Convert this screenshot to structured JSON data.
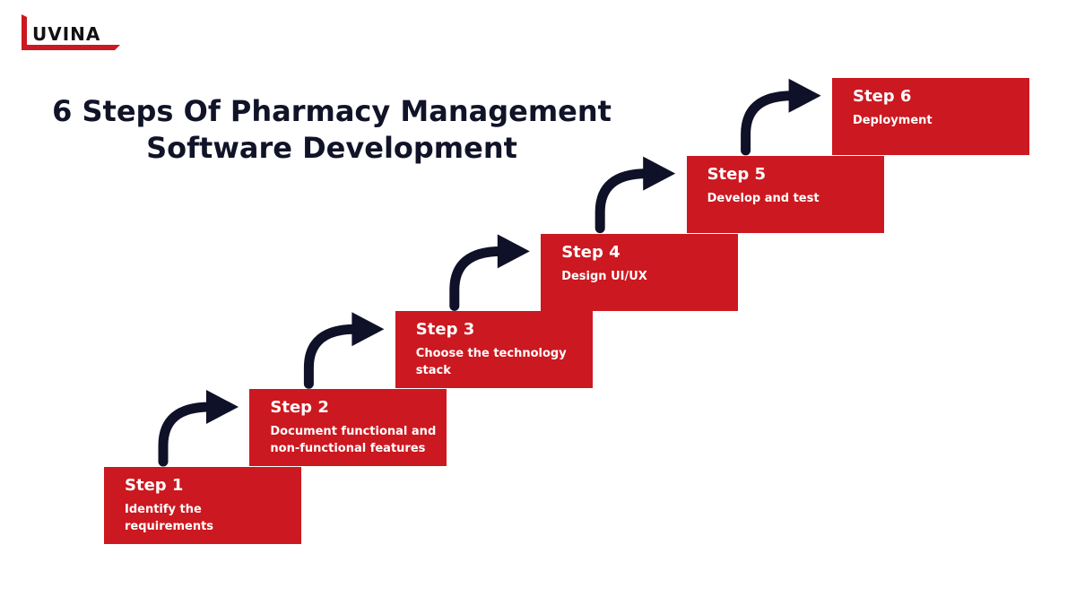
{
  "logo": {
    "text": "UVINA",
    "brand_color": "#cc1820"
  },
  "title": "6 Steps Of Pharmacy Management Software Development",
  "colors": {
    "step_fill": "#cc1820",
    "arrow": "#0f1128"
  },
  "steps": [
    {
      "label": "Step 1",
      "description": "Identify the requirements"
    },
    {
      "label": "Step 2",
      "description": "Document functional and non-functional features"
    },
    {
      "label": "Step 3",
      "description": "Choose the technology stack"
    },
    {
      "label": "Step 4",
      "description": "Design UI/UX"
    },
    {
      "label": "Step 5",
      "description": "Develop and test"
    },
    {
      "label": "Step 6",
      "description": "Deployment"
    }
  ]
}
